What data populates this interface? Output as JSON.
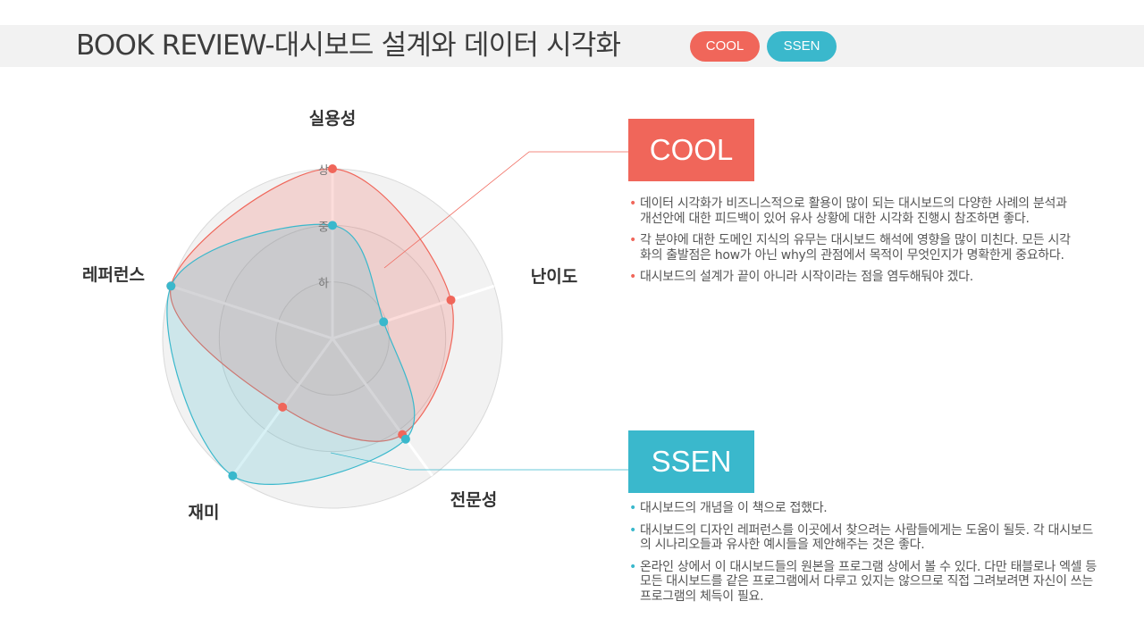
{
  "header": {
    "title": "BOOK REVIEW-대시보드 설계와 데이터 시각화",
    "tag_cool": "COOL",
    "tag_ssen": "SSEN"
  },
  "chart_data": {
    "type": "radar",
    "axes": [
      "실용성",
      "난이도",
      "전문성",
      "재미",
      "레퍼런스"
    ],
    "levels": [
      "하",
      "중",
      "상"
    ],
    "series": [
      {
        "name": "COOL",
        "color": "#f0665a",
        "values": [
          3,
          2.2,
          2.1,
          1.5,
          3
        ]
      },
      {
        "name": "SSEN",
        "color": "#3ab8cc",
        "values": [
          2,
          0.95,
          2.2,
          3,
          3
        ]
      }
    ]
  },
  "cool": {
    "label": "COOL",
    "notes": [
      "데이터 시각화가 비즈니스적으로 활용이 많이 되는 대시보드의 다양한 사례의 분석과 개선안에 대한 피드백이 있어 유사 상황에 대한 시각화 진행시 참조하면 좋다.",
      "각 분야에 대한 도메인 지식의 유무는 대시보드 해석에 영향을 많이 미친다. 모든 시각화의 출발점은 how가 아닌 why의 관점에서 목적이 무엇인지가 명확한게 중요하다.",
      "대시보드의 설계가 끝이 아니라 시작이라는 점을 염두해둬야 겠다."
    ]
  },
  "ssen": {
    "label": "SSEN",
    "notes": [
      "대시보드의 개념을 이 책으로 접했다.",
      "대시보드의 디자인 레퍼런스를 이곳에서 찾으려는 사람들에게는 도움이 될듯. 각 대시보드의 시나리오들과 유사한 예시들을 제안해주는 것은 좋다.",
      "온라인 상에서 이 대시보드들의 원본을 프로그램 상에서 볼 수 있다. 다만 태블로나 엑셀 등 모든 대시보드를 같은 프로그램에서 다루고 있지는 않으므로 직접 그려보려면 자신이 쓰는 프로그램의 체득이 필요."
    ]
  }
}
